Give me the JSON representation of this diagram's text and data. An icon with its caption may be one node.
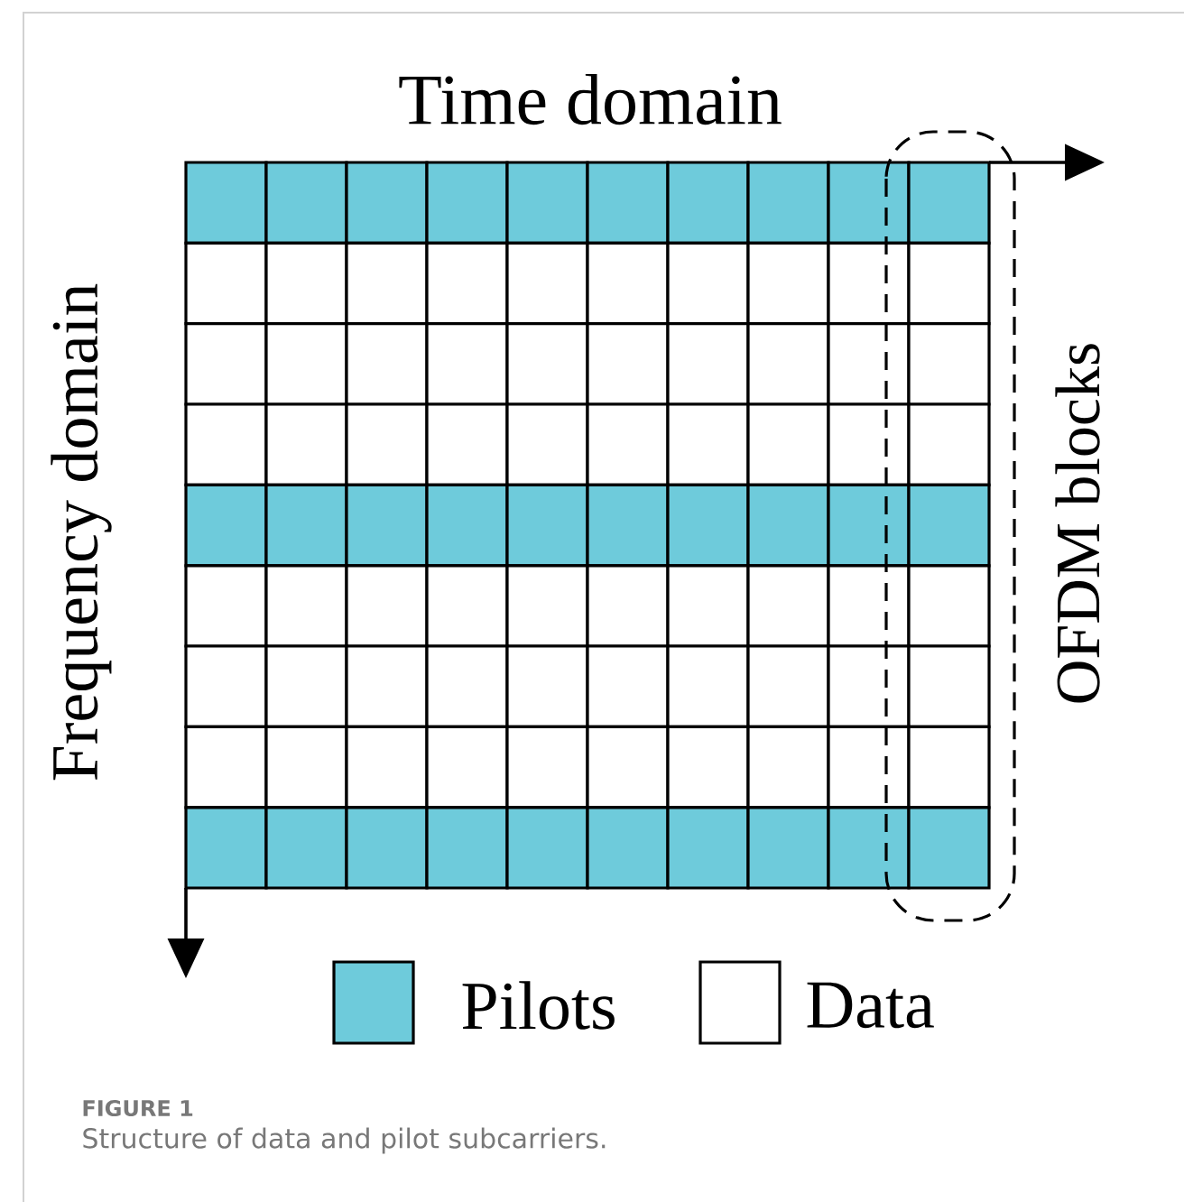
{
  "diagram": {
    "caption": "Structure of data and pilot subcarriers.",
    "nodes": [
      {
        "text": [],
        "shape": "box",
        "beside": [
          "OFDM blocks"
        ]
      }
    ],
    "labels": [
      "Time domain",
      "Frequency domain",
      "FIGURE 1"
    ],
    "legend": [
      {
        "text": "Pilots",
        "color": "#6ecbdb"
      },
      {
        "text": "Data"
      }
    ]
  }
}
